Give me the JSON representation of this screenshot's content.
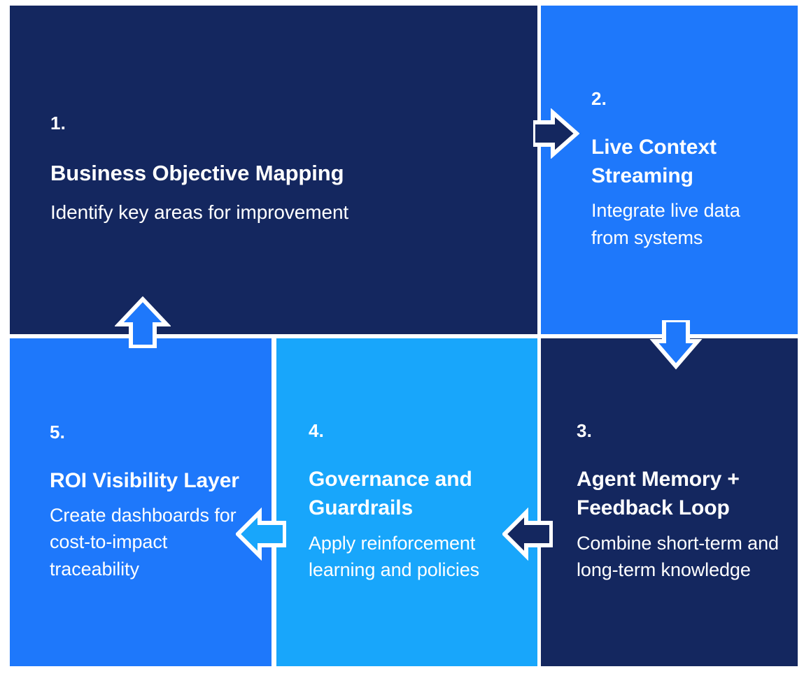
{
  "diagram": {
    "type": "cyclic-process-flow",
    "step_count": 5,
    "background": "#ffffff",
    "colors": {
      "navy": "#14275F",
      "blue": "#1E78FB",
      "cyan": "#18A6FB",
      "text": "#ffffff",
      "arrow_outline": "#ffffff"
    }
  },
  "steps": [
    {
      "number": "1.",
      "title": "Business Objective Mapping",
      "description": "Identify key areas for improvement",
      "color": "#14275F",
      "position": "top-left"
    },
    {
      "number": "2.",
      "title": "Live Context Streaming",
      "description": "Integrate live data from systems",
      "color": "#1E78FB",
      "position": "top-right"
    },
    {
      "number": "3.",
      "title": "Agent Memory + Feedback Loop",
      "description": "Combine short-term and long-term knowledge",
      "color": "#14275F",
      "position": "bottom-right"
    },
    {
      "number": "4.",
      "title": "Governance and Guardrails",
      "description": "Apply reinforcement learning and policies",
      "color": "#18A6FB",
      "position": "bottom-middle"
    },
    {
      "number": "5.",
      "title": "ROI Visibility Layer",
      "description": "Create dashboards for cost-to-impact traceability",
      "color": "#1E78FB",
      "position": "bottom-left"
    }
  ],
  "connectors": [
    {
      "from": "1",
      "to": "2",
      "direction": "right",
      "fill": "#14275F"
    },
    {
      "from": "2",
      "to": "3",
      "direction": "down",
      "fill": "#1E78FB"
    },
    {
      "from": "3",
      "to": "4",
      "direction": "left",
      "fill": "#14275F"
    },
    {
      "from": "4",
      "to": "5",
      "direction": "left",
      "fill": "#18A6FB"
    },
    {
      "from": "5",
      "to": "1",
      "direction": "up",
      "fill": "#1E78FB"
    }
  ]
}
